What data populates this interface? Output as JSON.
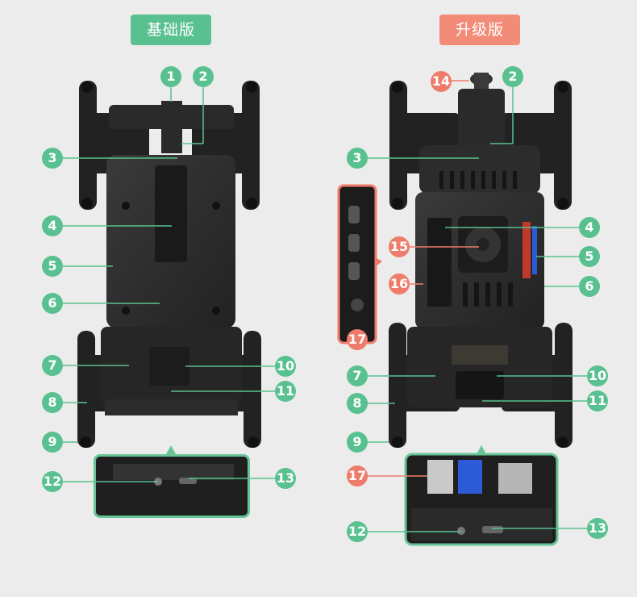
{
  "titles": {
    "basic": "基础版",
    "upgraded": "升级版"
  },
  "colors": {
    "basic_accent": "#58c18f",
    "upgraded_accent": "#f28b78",
    "callout_green": "#58c18f",
    "callout_red": "#ef7c6a",
    "body_dark": "#2b2b2b",
    "background": "#ececec"
  },
  "basic_callouts": [
    "1",
    "2",
    "3",
    "4",
    "5",
    "6",
    "7",
    "8",
    "9",
    "10",
    "11",
    "12",
    "13"
  ],
  "upgraded_callouts": [
    "14",
    "2",
    "3",
    "4",
    "5",
    "6",
    "15",
    "16",
    "7",
    "8",
    "9",
    "10",
    "11",
    "17",
    "17",
    "12",
    "13"
  ]
}
